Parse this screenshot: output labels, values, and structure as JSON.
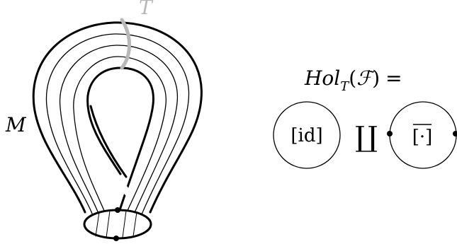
{
  "figure": {
    "manifold_label": "M",
    "transversal_label": "T",
    "equation": {
      "lhs_base": "Hol",
      "lhs_subscript": "T",
      "lhs_arg_open": "(",
      "lhs_arg": "ℱ",
      "lhs_arg_close": ")",
      "equals": "="
    },
    "circle_left_label": "[id]",
    "disjoint_union_symbol": "∐",
    "circle_right_label": "[·]",
    "colors": {
      "ink": "#000000",
      "transversal": "#b8b8b8",
      "leaf": "#000000",
      "background": "#ffffff"
    }
  }
}
